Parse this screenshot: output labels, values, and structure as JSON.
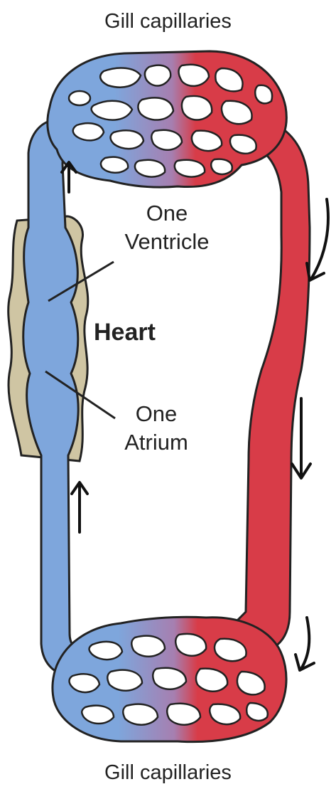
{
  "labels": {
    "top_capillaries": "Gill capillaries",
    "ventricle_line1": "One",
    "ventricle_line2": "Ventricle",
    "heart": "Heart",
    "atrium_line1": "One",
    "atrium_line2": "Atrium",
    "bottom_capillaries": "Gill capillaries"
  },
  "colors": {
    "deoxygenated": "#7ea6dc",
    "oxygenated": "#d83c48",
    "heart_tissue": "#cfc5a3",
    "outline": "#222222"
  }
}
